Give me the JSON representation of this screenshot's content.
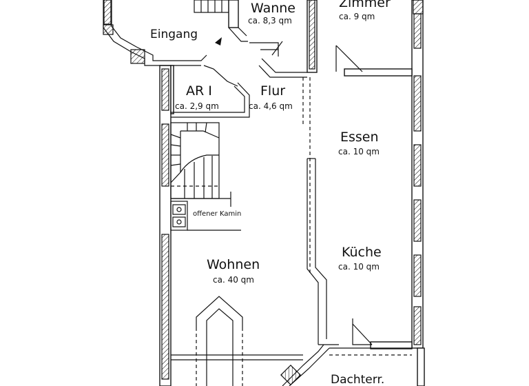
{
  "rooms": {
    "wanne": {
      "name": "Wanne",
      "area": "ca. 8,3 qm"
    },
    "zimmer": {
      "name": "Zimmer",
      "area": "ca. 9 qm"
    },
    "eingang": {
      "name": "Eingang"
    },
    "ar": {
      "name": "AR I",
      "area": "ca. 2,9 qm"
    },
    "flur": {
      "name": "Flur",
      "area": "ca. 4,6 qm"
    },
    "essen": {
      "name": "Essen",
      "area": "ca. 10 qm"
    },
    "kueche": {
      "name": "Küche",
      "area": "ca. 10 qm"
    },
    "wohnen": {
      "name": "Wohnen",
      "area": "ca. 40 qm"
    },
    "kamin": {
      "name": "offener Kamin"
    },
    "dachterrasse": {
      "name": "Dachterr."
    }
  }
}
